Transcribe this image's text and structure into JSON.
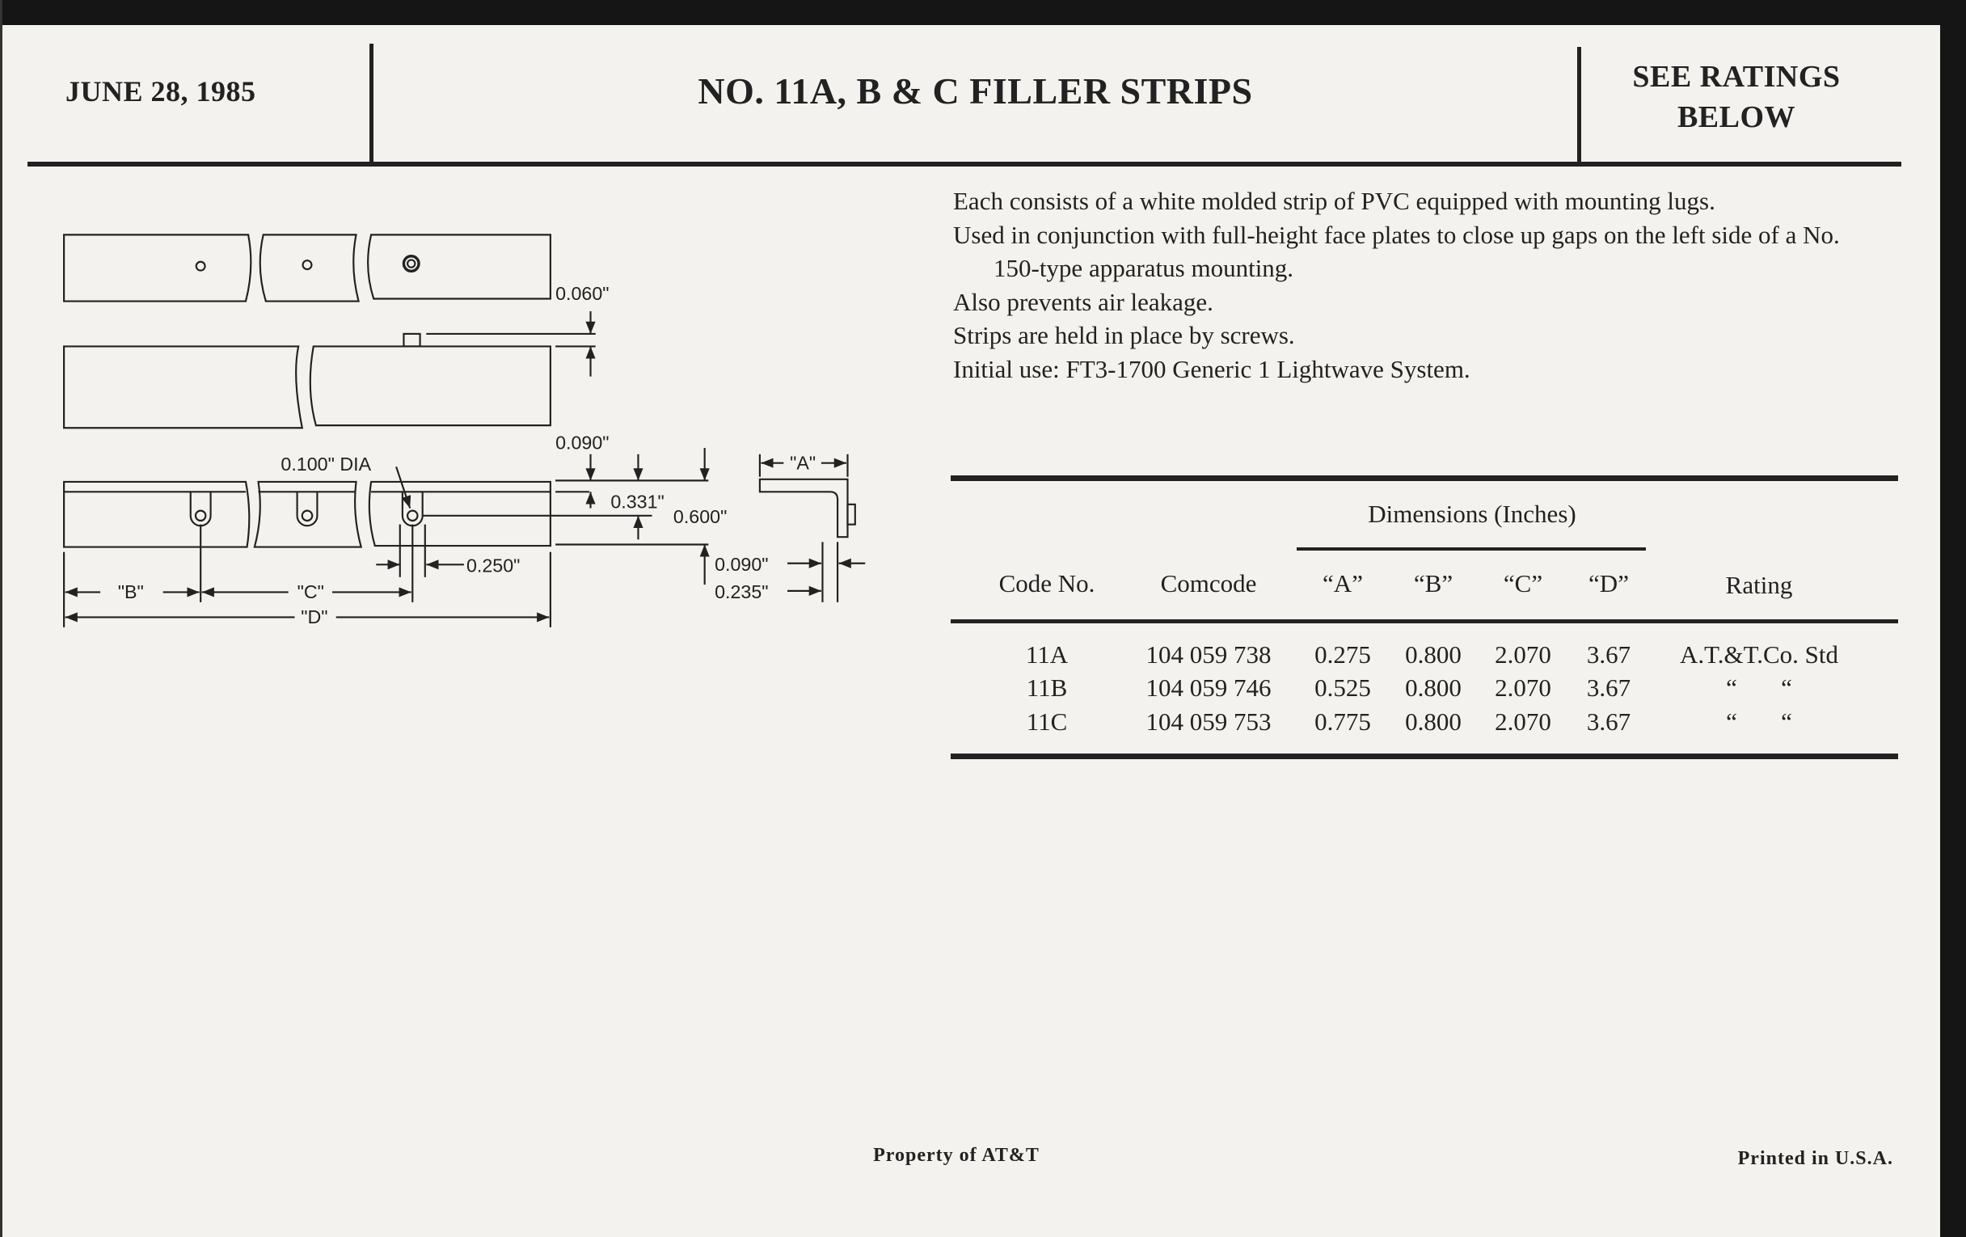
{
  "header": {
    "date": "JUNE 28, 1985",
    "title": "NO. 11A, B & C FILLER STRIPS",
    "ratings_line1": "SEE RATINGS",
    "ratings_line2": "BELOW"
  },
  "description": [
    "Each consists of a white molded strip of PVC equipped with mounting lugs.",
    "Used in conjunction with full-height face plates to close up gaps on the left side of a No. 150-type apparatus mounting.",
    "Also prevents air leakage.",
    "Strips are held in place by screws.",
    "Initial use: FT3-1700 Generic 1 Lightwave System."
  ],
  "drawing": {
    "dim_0060": "0.060\"",
    "dim_0090_top": "0.090\"",
    "dim_dia": "0.100\" DIA",
    "dim_0331": "0.331\"",
    "dim_0600": "0.600\"",
    "dim_0250": "0.250\"",
    "dim_0090_side": "0.090\"",
    "dim_0235": "0.235\"",
    "label_a": "\"A\"",
    "label_b": "\"B\"",
    "label_c": "\"C\"",
    "label_d": "\"D\""
  },
  "table": {
    "group_header": "Dimensions (Inches)",
    "columns": [
      "Code No.",
      "Comcode",
      "“A”",
      "“B”",
      "“C”",
      "“D”",
      "Rating"
    ],
    "rows": [
      [
        "11A",
        "104 059 738",
        "0.275",
        "0.800",
        "2.070",
        "3.67",
        "A.T.&T.Co. Std"
      ],
      [
        "11B",
        "104 059 746",
        "0.525",
        "0.800",
        "2.070",
        "3.67",
        "“       “"
      ],
      [
        "11C",
        "104 059 753",
        "0.775",
        "0.800",
        "2.070",
        "3.67",
        "“       “"
      ]
    ]
  },
  "footer": {
    "property": "Property of AT&T",
    "printed": "Printed in U.S.A."
  }
}
